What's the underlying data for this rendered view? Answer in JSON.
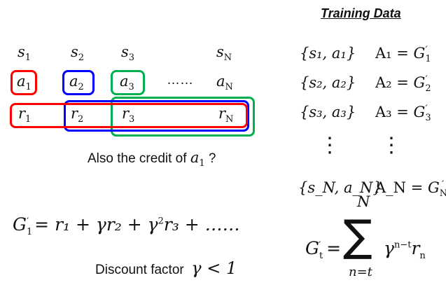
{
  "colors": {
    "red": "#ff0000",
    "blue": "#0000ff",
    "green": "#00b050"
  },
  "states": [
    "s",
    "s",
    "s",
    "s"
  ],
  "state_subs": [
    "1",
    "2",
    "3",
    "N"
  ],
  "actions": [
    "a",
    "a",
    "a",
    "a"
  ],
  "action_subs": [
    "1",
    "2",
    "3",
    "N"
  ],
  "rewards": [
    "r",
    "r",
    "r",
    "r"
  ],
  "reward_subs": [
    "1",
    "2",
    "3",
    "N"
  ],
  "ellipsis": "……",
  "question": "Also the credit of",
  "question_var": "a",
  "question_sub": "1",
  "question_mark": "?",
  "return_formula": {
    "lhs": "G",
    "lhs_sub": "1",
    "lhs_sup": "′",
    "rhs": "= r₁ + γr₂ + γ",
    "sq": "2",
    "rest": "r₃ + ……"
  },
  "discount_label": "Discount factor",
  "discount_expr": "γ < 1",
  "training_title": "Training Data",
  "training_rows": [
    {
      "pair": "{s₁, a₁}",
      "A": "A₁",
      "eq": "= G",
      "sub": "1"
    },
    {
      "pair": "{s₂, a₂}",
      "A": "A₂",
      "eq": "= G",
      "sub": "2"
    },
    {
      "pair": "{s₃, a₃}",
      "A": "A₃",
      "eq": "= G",
      "sub": "3"
    },
    {
      "pair": "{s_N, a_N}",
      "A": "A_N",
      "eq": "= G",
      "sub": "N"
    }
  ],
  "vdots": "⋮",
  "sum_formula": {
    "lhs": "G",
    "sub": "t",
    "sup": "′",
    "eq": "=",
    "sum": "∑",
    "upper": "N",
    "lower": "n=t",
    "term": "γ",
    "exp": "n−t",
    "r": "r",
    "rsub": "n"
  }
}
